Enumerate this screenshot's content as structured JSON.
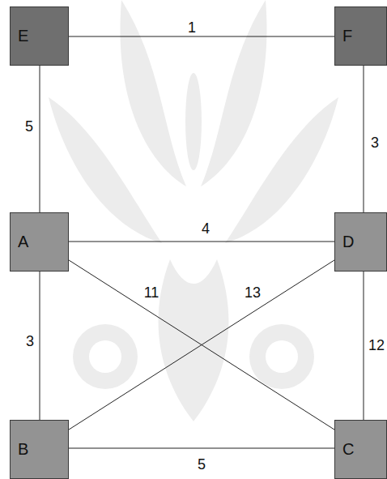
{
  "diagram": {
    "nodes": [
      {
        "text": [
          "E"
        ]
      },
      {
        "text": [
          "F"
        ]
      },
      {
        "text": [
          "A"
        ]
      },
      {
        "text": [
          "D"
        ]
      },
      {
        "text": [
          "B"
        ]
      },
      {
        "text": [
          "C"
        ]
      }
    ],
    "edges": [
      {
        "from": 0,
        "to": 1,
        "arrow": "none",
        "label": "1"
      },
      {
        "from": 0,
        "to": 2,
        "arrow": "none",
        "label": "5"
      },
      {
        "from": 1,
        "to": 3,
        "arrow": "none",
        "label": "3"
      },
      {
        "from": 2,
        "to": 3,
        "arrow": "none",
        "label": "4"
      },
      {
        "from": 2,
        "to": 5,
        "arrow": "none",
        "label": "11"
      },
      {
        "from": 3,
        "to": 4,
        "arrow": "none",
        "label": "13"
      },
      {
        "from": 2,
        "to": 4,
        "arrow": "none",
        "label": "3"
      },
      {
        "from": 3,
        "to": 5,
        "arrow": "none",
        "label": "12"
      },
      {
        "from": 4,
        "to": 5,
        "arrow": "none",
        "label": "5"
      }
    ]
  }
}
